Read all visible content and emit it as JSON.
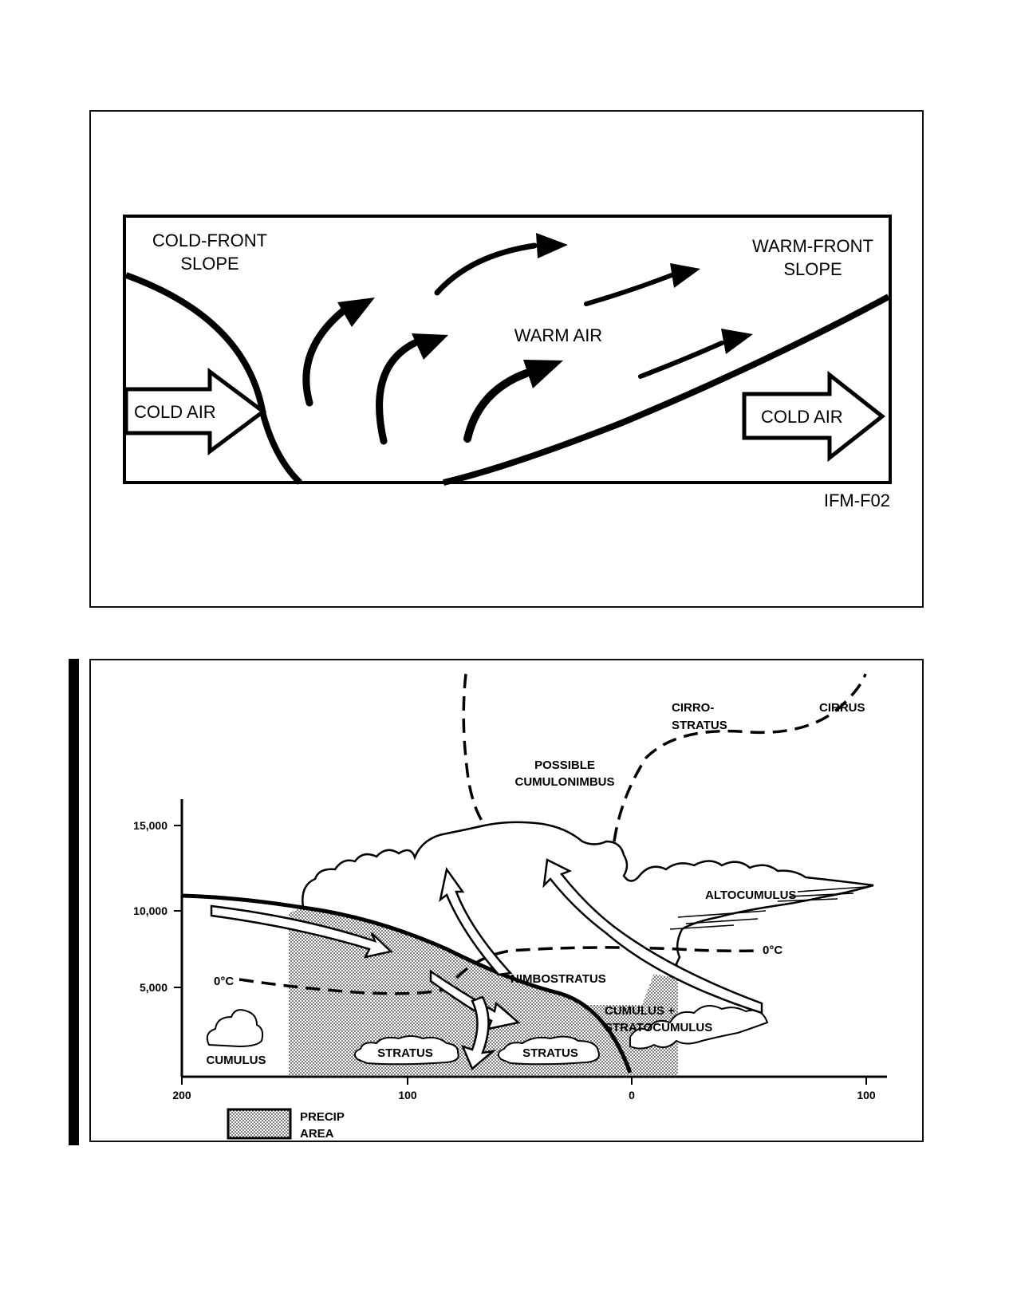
{
  "figure1": {
    "labels": {
      "cold_front_slope": [
        "COLD-FRONT",
        "SLOPE"
      ],
      "warm_front_slope": [
        "WARM-FRONT",
        "SLOPE"
      ],
      "warm_air": "WARM AIR",
      "cold_air_left": "COLD AIR",
      "cold_air_right": "COLD AIR"
    },
    "figure_id": "IFM-F02"
  },
  "figure2": {
    "y_ticks": [
      "15,000",
      "10,000",
      "5,000"
    ],
    "x_ticks": [
      "200",
      "100",
      "0",
      "100"
    ],
    "labels": {
      "cirrostratus": [
        "CIRRO-",
        "STRATUS"
      ],
      "cirrus": "CIRRUS",
      "possible_cb": [
        "POSSIBLE",
        "CUMULONIMBUS"
      ],
      "altocumulus": "ALTOCUMULUS",
      "freezing_right": "0°C",
      "freezing_left": "0°C",
      "nimbostratus": "NIMBOSTRATUS",
      "cumulus_strato": [
        "CUMULUS +",
        "STRATOCUMULUS"
      ],
      "cumulus": "CUMULUS",
      "stratus_1": "STRATUS",
      "stratus_2": "STRATUS"
    },
    "legend": [
      "PRECIP",
      "AREA"
    ]
  }
}
